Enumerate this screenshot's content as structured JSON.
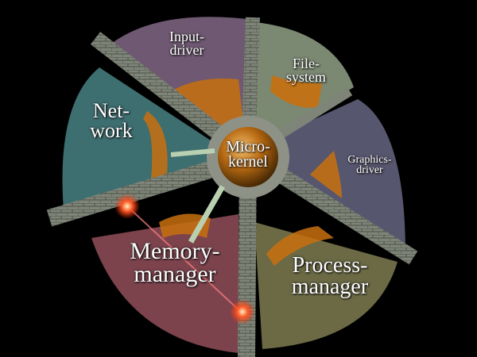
{
  "diagram": {
    "center": {
      "label": "Micro-\nkernel",
      "color": "#b86a12"
    },
    "segments": [
      {
        "id": "input-driver",
        "label": "Input-\ndriver",
        "color": "#6f5872"
      },
      {
        "id": "file-system",
        "label": "File-\nsystem",
        "color": "#7b8872"
      },
      {
        "id": "graphics-driver",
        "label": "Graphics-\ndriver",
        "color": "#57566f"
      },
      {
        "id": "process-manager",
        "label": "Process-\nmanager",
        "color": "#6b6a45"
      },
      {
        "id": "memory-manager",
        "label": "Memory-\nmanager",
        "color": "#8a4a55"
      },
      {
        "id": "network",
        "label": "Net-\nwork",
        "color": "#3d6e70"
      }
    ],
    "accent_color": "#c8700e",
    "wall_color": "#7e8478"
  }
}
